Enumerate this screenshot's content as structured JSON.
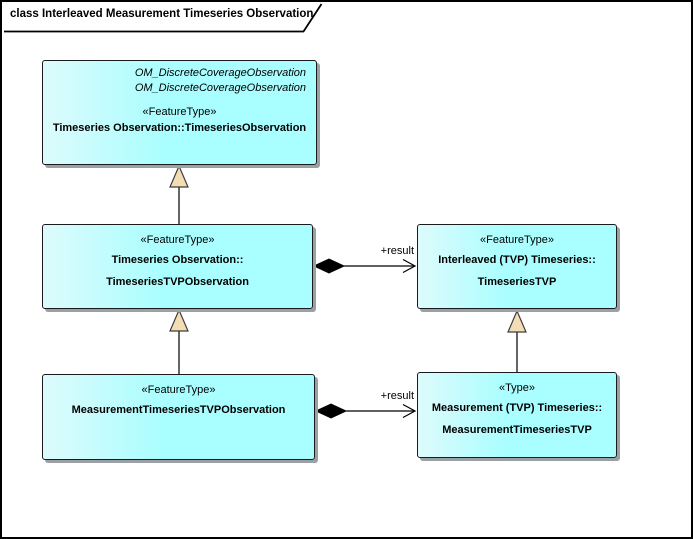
{
  "frame": {
    "title": "class Interleaved Measurement Timeseries Observation"
  },
  "classes": {
    "timeseries_observation": {
      "annotations": [
        "OM_DiscreteCoverageObservation",
        "OM_DiscreteCoverageObservation"
      ],
      "stereotype": "«FeatureType»",
      "name_lines": [
        "Timeseries Observation::TimeseriesObservation"
      ]
    },
    "timeseries_tvp_observation": {
      "stereotype": "«FeatureType»",
      "name_lines": [
        "Timeseries Observation::",
        "TimeseriesTVPObservation"
      ]
    },
    "timeseries_tvp": {
      "stereotype": "«FeatureType»",
      "name_lines": [
        "Interleaved (TVP) Timeseries::",
        "TimeseriesTVP"
      ]
    },
    "measurement_timeseries_tvp_observation": {
      "stereotype": "«FeatureType»",
      "name_lines": [
        "MeasurementTimeseriesTVPObservation"
      ]
    },
    "measurement_timeseries_tvp": {
      "stereotype": "«Type»",
      "name_lines": [
        "Measurement (TVP) Timeseries::",
        "MeasurementTimeseriesTVP"
      ]
    }
  },
  "connectors": {
    "result_top": {
      "label": "+result"
    },
    "result_bottom": {
      "label": "+result"
    }
  },
  "colors": {
    "box_fill_start": "#ddfbfc",
    "box_fill_end": "#a9feff",
    "box_border": "#1b1b1b",
    "box_shadow": "#9aa0a3",
    "triangle_fill": "#f2ddb5",
    "triangle_border": "#3d3d3d",
    "line": "#000000",
    "frame_border": "#000000",
    "text": "#000000"
  }
}
